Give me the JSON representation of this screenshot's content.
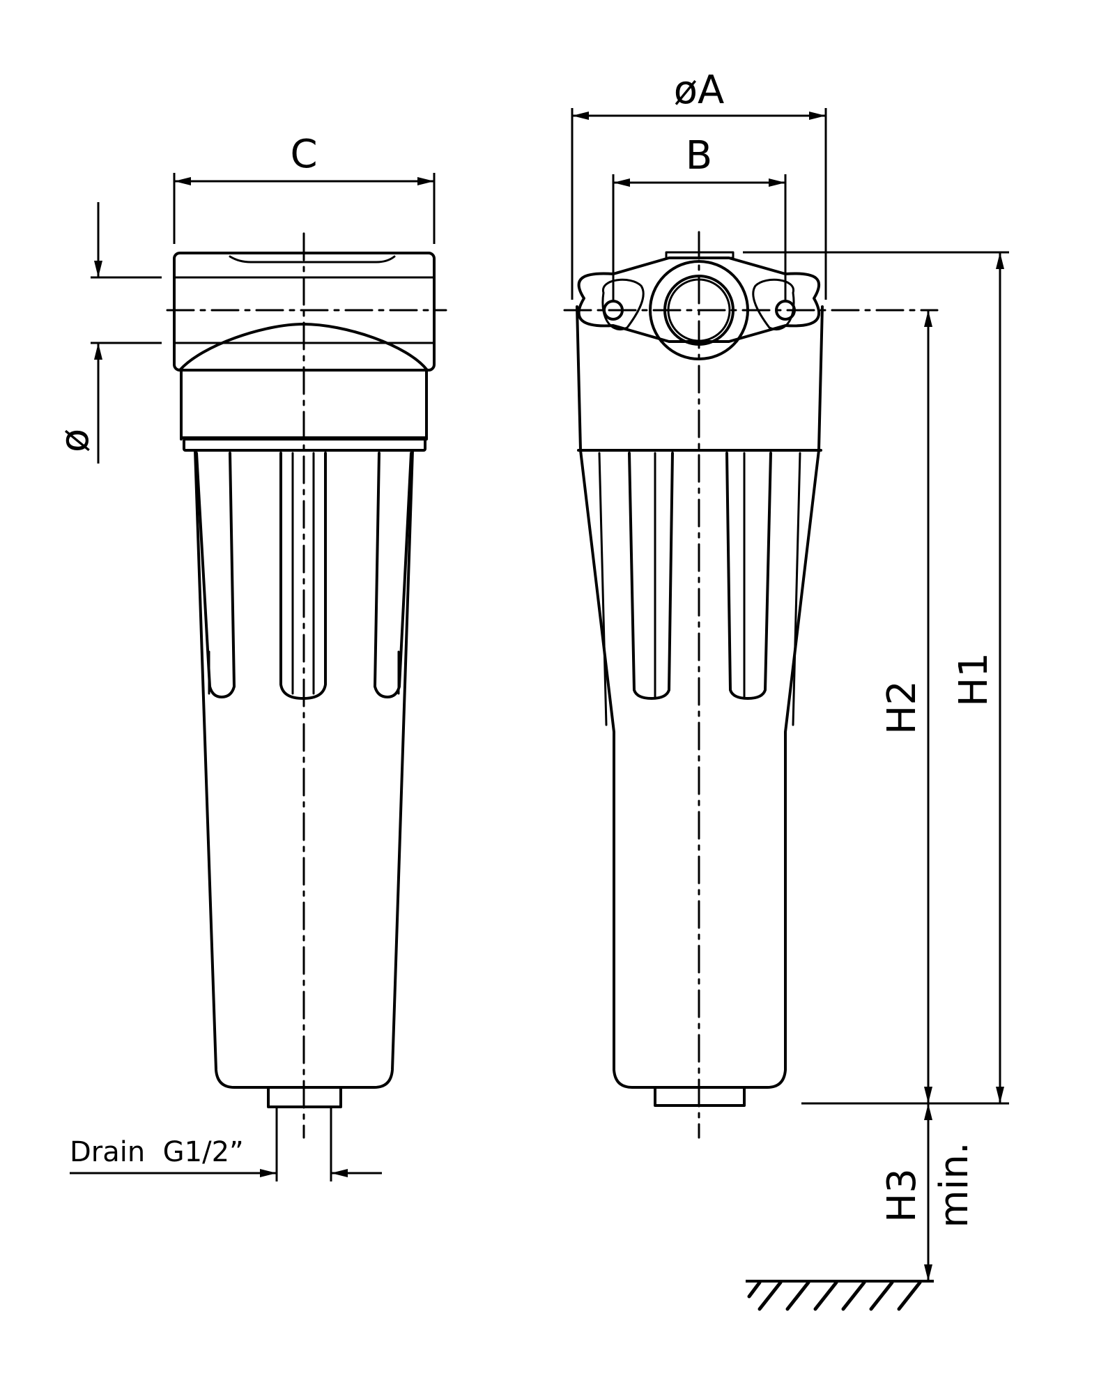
{
  "drawing": {
    "labels": {
      "dim_c": "C",
      "dim_diameter": "ø",
      "dim_a": "øA",
      "dim_b": "B",
      "dim_h1": "H1",
      "dim_h2": "H2",
      "dim_h3": "H3",
      "dim_h3_note": "min.",
      "drain": "Drain  G1/2”"
    },
    "colors": {
      "line": "#000000",
      "background": "#ffffff"
    }
  }
}
